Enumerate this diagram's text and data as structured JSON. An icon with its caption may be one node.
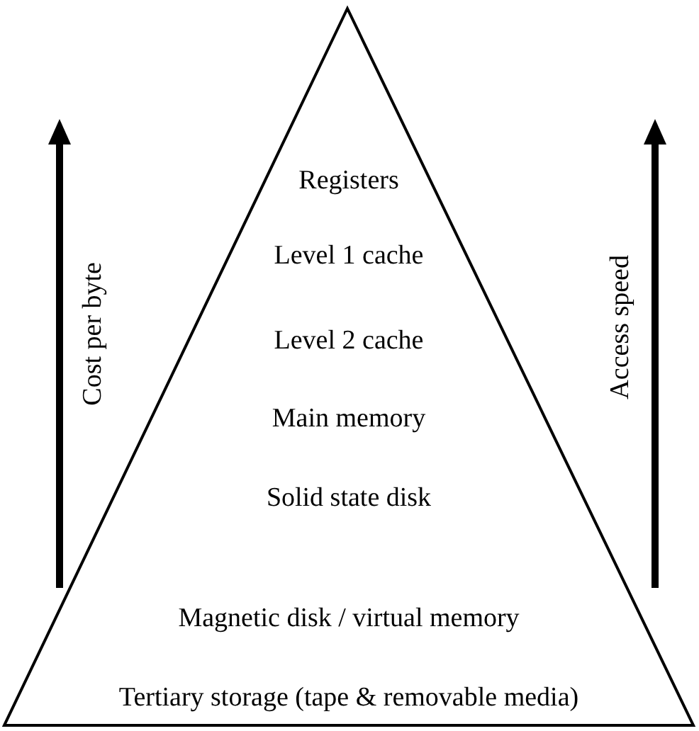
{
  "diagram": {
    "nodes": [
      {
        "text": [
          "Registers",
          "Level 1 cache",
          "Level 2 cache",
          "Main memory",
          "Solid state disk",
          "Magnetic disk / virtual memory",
          "Tertiary storage (tape & removable media)"
        ]
      }
    ],
    "labels": [
      "Cost per byte",
      "Access speed"
    ]
  }
}
